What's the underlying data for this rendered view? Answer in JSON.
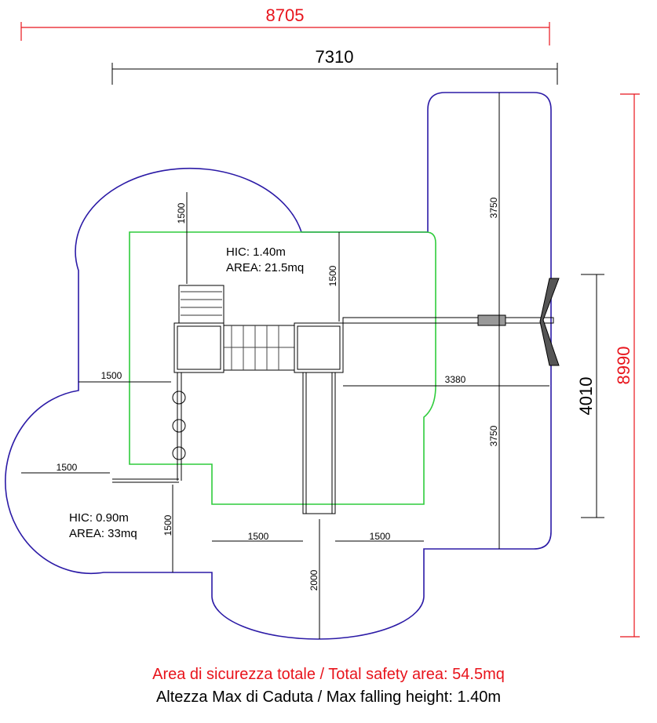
{
  "colors": {
    "red": "#e8141c",
    "blue": "#2b1aa6",
    "green": "#2fcc3c",
    "black": "#000000"
  },
  "dimensions": {
    "overall_width": "8705",
    "structure_width": "7310",
    "overall_depth": "8990",
    "swing_depth": "4010",
    "top_clearance": "1500",
    "upper_right_clearance": "1500",
    "swing_top": "3750",
    "swing_bottom": "3750",
    "beam_length": "3380",
    "left_clearance": "1500",
    "far_left_clearance": "1500",
    "lower_left_clearance": "1500",
    "slide_left": "1500",
    "slide_right": "1500",
    "slide_exit": "2000"
  },
  "zones": [
    {
      "hic": "HIC: 1.40m",
      "area": "AREA: 21.5mq"
    },
    {
      "hic": "HIC: 0.90m",
      "area": "AREA: 33mq"
    }
  ],
  "footer": {
    "total_area": "Area di sicurezza totale / Total safety area: 54.5mq",
    "max_height": "Altezza Max di Caduta / Max falling height: 1.40m"
  }
}
